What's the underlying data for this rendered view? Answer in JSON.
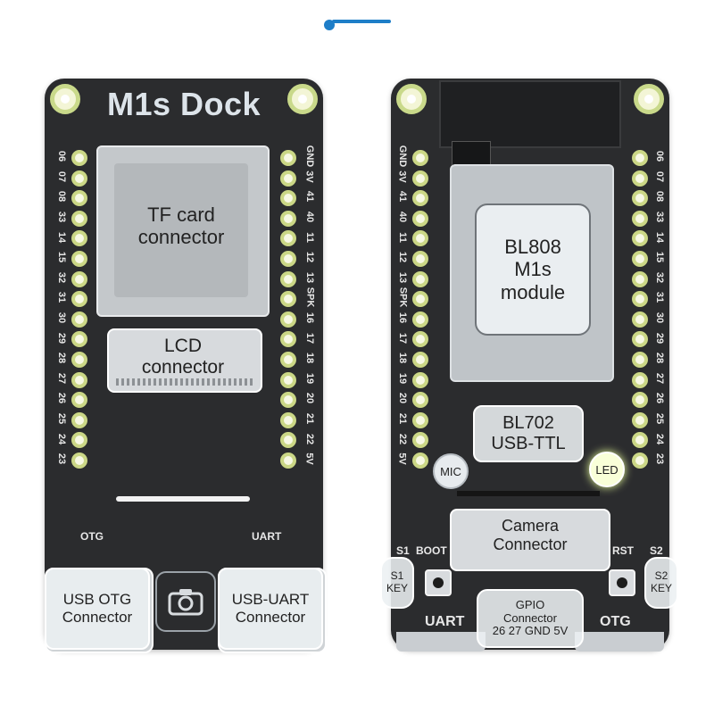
{
  "front": {
    "title": "M1s Dock",
    "left_pins": [
      "06",
      "07",
      "08",
      "33",
      "14",
      "15",
      "32",
      "31",
      "30",
      "29",
      "28",
      "27",
      "26",
      "25",
      "24",
      "23"
    ],
    "right_pins": [
      "GND",
      "3V",
      "41",
      "40",
      "11",
      "12",
      "13",
      "SPK",
      "16",
      "17",
      "18",
      "19",
      "20",
      "21",
      "22",
      "5V"
    ],
    "silk_otg": "OTG",
    "silk_uart": "UART",
    "labels": {
      "tf_card": [
        "TF card",
        "connector"
      ],
      "lcd": [
        "LCD",
        "connector"
      ],
      "usb_otg": [
        "USB OTG",
        "Connector"
      ],
      "usb_uart": [
        "USB-UART",
        "Connector"
      ]
    }
  },
  "back": {
    "left_pins": [
      "GND",
      "3V",
      "41",
      "40",
      "11",
      "12",
      "13",
      "SPK",
      "16",
      "17",
      "18",
      "19",
      "20",
      "21",
      "22",
      "5V"
    ],
    "right_pins": [
      "06",
      "07",
      "08",
      "33",
      "14",
      "15",
      "32",
      "31",
      "30",
      "29",
      "28",
      "27",
      "26",
      "25",
      "24",
      "23"
    ],
    "silk_s1": "S1",
    "silk_boot": "BOOT",
    "silk_rst": "RST",
    "silk_s2": "S2",
    "silk_uart": "UART",
    "silk_otg": "OTG",
    "labels": {
      "bl808": [
        "BL808",
        "M1s",
        "module"
      ],
      "bl702": [
        "BL702",
        "USB-TTL"
      ],
      "mic": "MIC",
      "led": "LED",
      "camera": [
        "Camera",
        "Connector"
      ],
      "s1_key": [
        "S1",
        "KEY"
      ],
      "s2_key": [
        "S2",
        "KEY"
      ],
      "gpio": [
        "GPIO",
        "Connector",
        "26 27 GND 5V"
      ]
    }
  },
  "icons": {
    "camera": "camera-icon",
    "slider": "carousel-indicator-icon"
  },
  "colors": {
    "board": "#2b2c2e",
    "pad": "#cbd786",
    "accent": "#1e7ec8",
    "led_glow": "#eaff9a"
  }
}
